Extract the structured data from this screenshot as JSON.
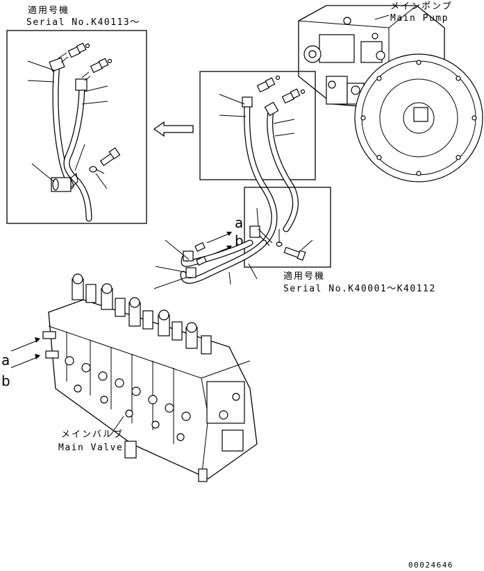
{
  "labels": {
    "serial_new_jp": "適用号機",
    "serial_new_en": "Serial No.K40113～",
    "main_pump_jp": "メインポンプ",
    "main_pump_en": "Main Pump",
    "serial_old_jp": "適用号機",
    "serial_old_en": "Serial No.K40001～K40112",
    "main_valve_jp": "メインバルブ",
    "main_valve_en": "Main Valve",
    "port_a_top": "a",
    "port_b_top": "b",
    "port_a_left": "a",
    "port_b_left": "b",
    "drawing_number": "00024646"
  },
  "icons": {
    "arrow": "left-arrow-icon"
  }
}
